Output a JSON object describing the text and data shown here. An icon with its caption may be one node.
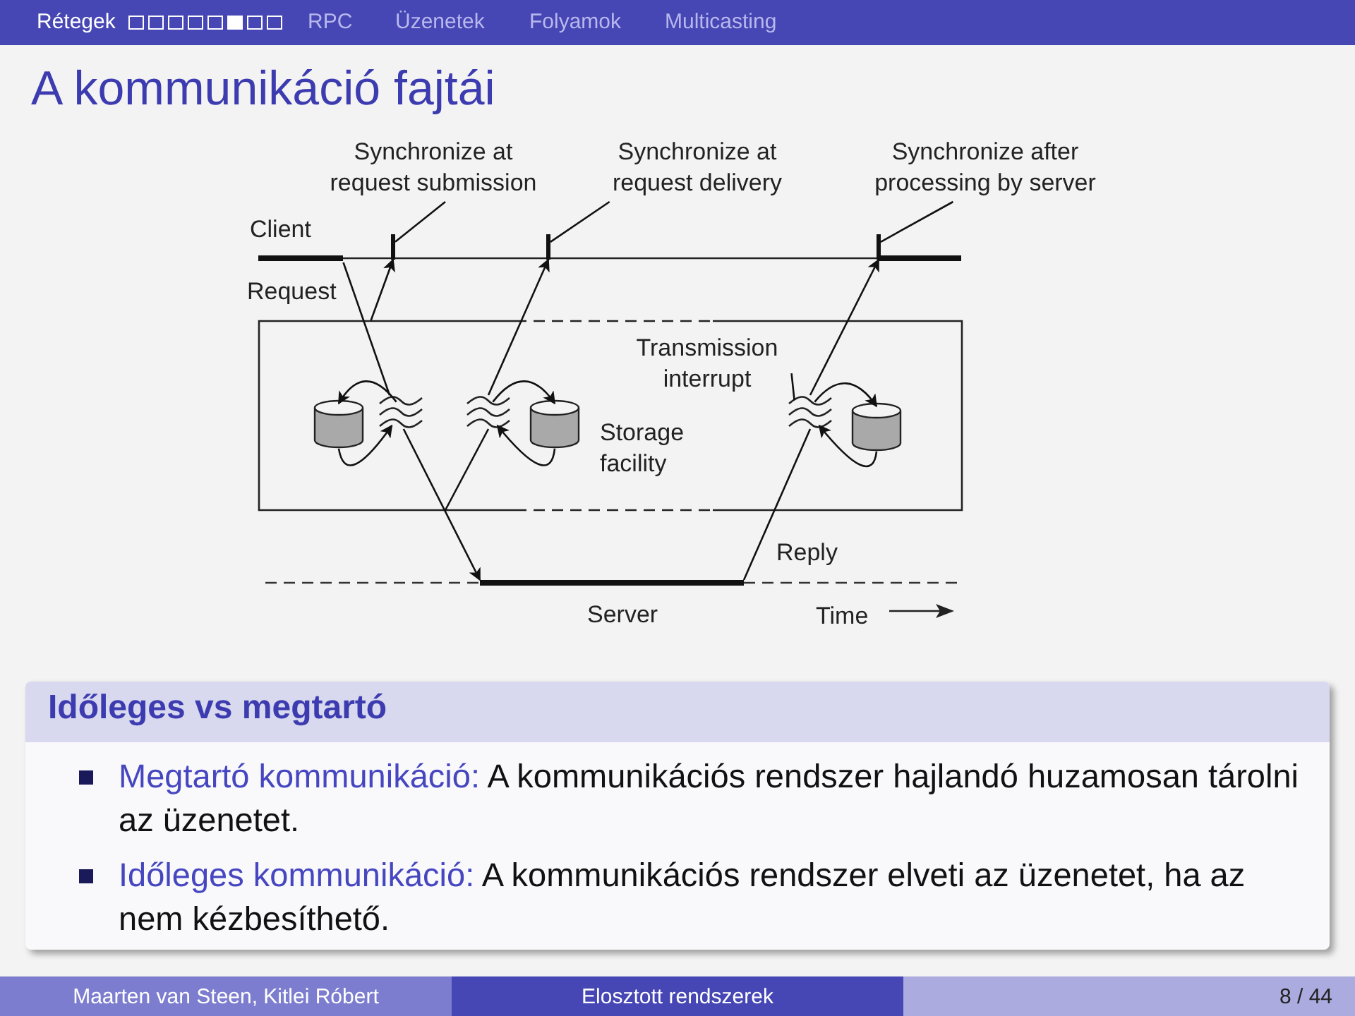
{
  "diagram": {
    "title": "A kommunikáció fajtái",
    "nodes": [
      {
        "text": [
          "Synchronize at request submission"
        ]
      },
      {
        "text": [
          "Synchronize at request delivery"
        ]
      },
      {
        "text": [
          "Synchronize after processing by server"
        ]
      },
      {
        "text": [],
        "shape": "bar"
      },
      {
        "text": [],
        "shape": "bar"
      },
      {
        "text": [],
        "shape": "bar"
      },
      {
        "text": [],
        "shape": "bar"
      },
      {
        "text": [],
        "shape": "box"
      },
      {
        "text": [],
        "shape": "cylinder",
        "in": 7
      },
      {
        "text": [],
        "shape": "wave",
        "in": 7
      },
      {
        "text": [],
        "shape": "wave",
        "in": 7
      },
      {
        "text": [],
        "shape": "cylinder",
        "in": 7
      },
      {
        "text": [
          "Transmission interrupt"
        ],
        "in": 7
      },
      {
        "text": [],
        "shape": "wave",
        "in": 7
      },
      {
        "text": [],
        "shape": "cylinder",
        "in": 7
      },
      {
        "text": [],
        "shape": "bar"
      },
      {
        "text": [
          "Időleges vs megtartó",
          "Megtartó kommunikáció:",
          "A kommunikációs rendszer hajlandó huzamosan tárolni az üzenetet.",
          "Időleges kommunikáció:",
          "A kommunikációs rendszer elveti az üzenetet, ha az nem kézbesíthető."
        ]
      }
    ],
    "edges": [
      {
        "from": 3,
        "to": 9,
        "arrow": "none"
      },
      {
        "from": 9,
        "to": 15,
        "arrow": "to"
      },
      {
        "from": 7,
        "to": 4,
        "arrow": "to"
      },
      {
        "from": 7,
        "to": 10,
        "arrow": "none"
      },
      {
        "from": 10,
        "to": 5,
        "arrow": "to"
      },
      {
        "from": 15,
        "to": 13,
        "arrow": "none"
      },
      {
        "from": 13,
        "to": 6,
        "arrow": "to"
      },
      {
        "from": 0,
        "to": 4,
        "arrow": "none"
      },
      {
        "from": 1,
        "to": 5,
        "arrow": "none"
      },
      {
        "from": 2,
        "to": 6,
        "arrow": "none"
      },
      {
        "from": 12,
        "to": 13,
        "arrow": "none"
      },
      {
        "from": 9,
        "to": 8,
        "arrow": "to"
      },
      {
        "from": 8,
        "to": 9,
        "arrow": "to"
      },
      {
        "from": 10,
        "to": 11,
        "arrow": "to"
      },
      {
        "from": 11,
        "to": 10,
        "arrow": "to"
      },
      {
        "from": 13,
        "to": 14,
        "arrow": "to"
      },
      {
        "from": 14,
        "to": 13,
        "arrow": "to"
      }
    ],
    "labels": [
      "Rétegek",
      "RPC",
      "Üzenetek",
      "Folyamok",
      "Multicasting",
      "Client",
      "Request",
      "Storage facility",
      "Reply",
      "Server",
      "Time",
      "Maarten van Steen, Kitlei Róbert",
      "Elosztott rendszerek",
      "8 / 44"
    ]
  }
}
